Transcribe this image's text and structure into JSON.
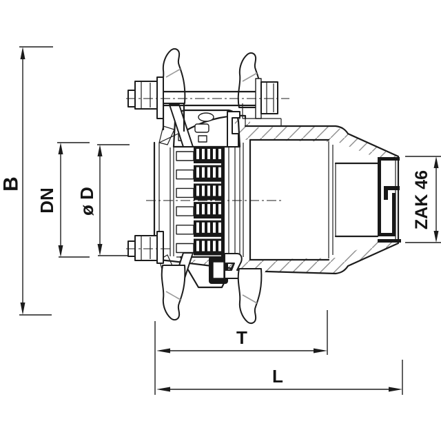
{
  "drawing": {
    "kind": "technical sectional drawing of a pipe coupling with restraint gland, grip ring and ZAK spigot end",
    "colors": {
      "background": "#ffffff",
      "line": "#1c1c1c",
      "hatch": "#8f8f8f",
      "dark_fill": "#181818"
    }
  },
  "dimensions": {
    "B": {
      "label": "B",
      "orientation": "vertical"
    },
    "DN": {
      "label": "DN",
      "orientation": "vertical"
    },
    "D": {
      "label": "ø D",
      "orientation": "vertical"
    },
    "ZAK": {
      "label": "ZAK 46",
      "orientation": "vertical"
    },
    "T": {
      "label": "T",
      "orientation": "horizontal"
    },
    "L": {
      "label": "L",
      "orientation": "horizontal"
    }
  }
}
